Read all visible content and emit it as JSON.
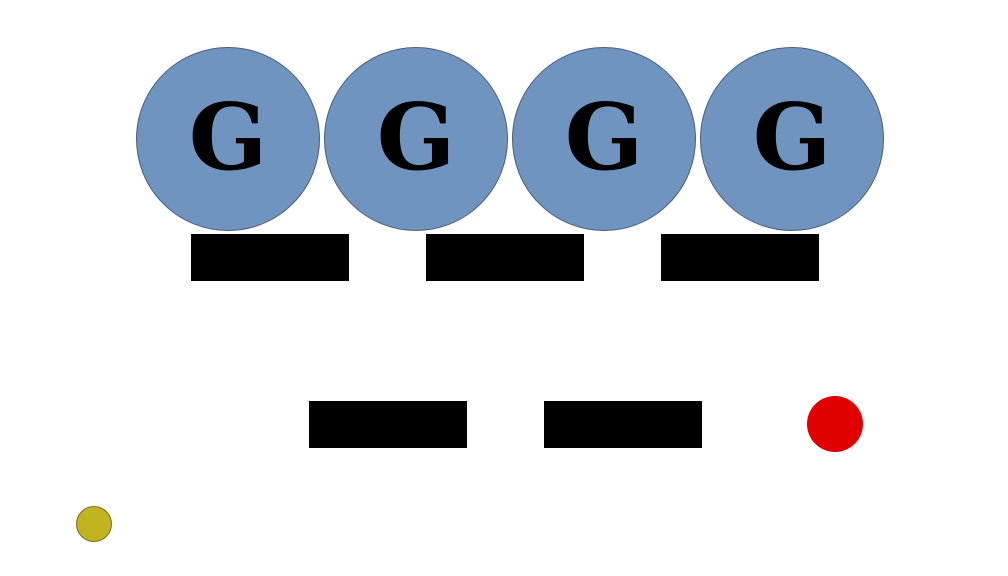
{
  "colors": {
    "background": "#ffffff",
    "circle_fill": "#7094c0",
    "circle_border": "#4a5e7a",
    "platform": "#000000",
    "red_ball": "#e00000",
    "yellow_ball": "#c2b41e",
    "yellow_ball_border": "#7a7020"
  },
  "circles": [
    {
      "label": "G"
    },
    {
      "label": "G"
    },
    {
      "label": "G"
    },
    {
      "label": "G"
    }
  ]
}
